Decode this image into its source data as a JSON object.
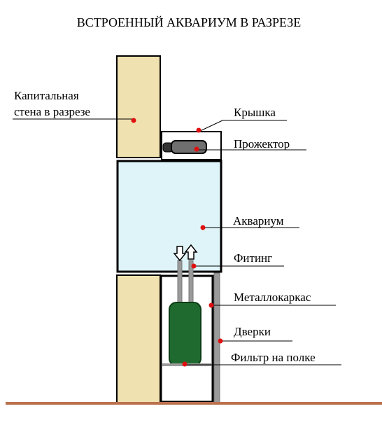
{
  "title": "ВСТРОЕННЫЙ АКВАРИУМ В РАЗРЕЗЕ",
  "labels": {
    "wall_line1": "Капитальная",
    "wall_line2": "стена в разрезе",
    "lid": "Крышка",
    "projector": "Прожектор",
    "aquarium": "Аквариум",
    "fitting": "Фитинг",
    "frame": "Металлокаркас",
    "doors": "Дверки",
    "filter": "Фильтр на полке"
  },
  "colors": {
    "wall": "#f0e2b0",
    "water": "#dff4f8",
    "filter": "#1f6b2f",
    "projector": "#6f6f6f",
    "metal": "#9a9a9a",
    "floor": "#b9714e",
    "marker": "#e01010"
  }
}
